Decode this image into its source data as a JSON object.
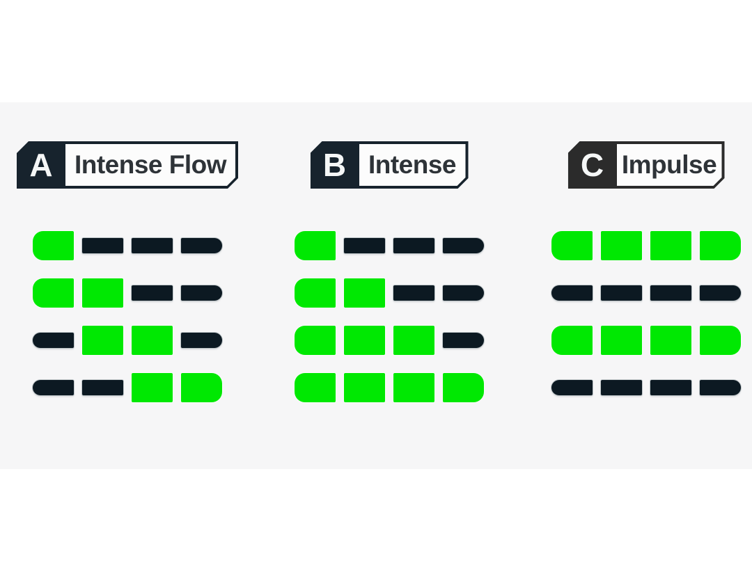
{
  "page": {
    "background_color": "#ffffff",
    "band_color": "#f6f6f7"
  },
  "colors": {
    "active_green": "#00e802",
    "inactive_dark": "#0c1922",
    "label_background": "#fcfcfc",
    "label_title_text": "#2e3338",
    "label_letter_text": "#f5f7f7"
  },
  "legend": {
    "active_means": "green-square",
    "inactive_means": "dark-dash"
  },
  "panels": [
    {
      "letter": "A",
      "title": "Intense Flow",
      "badge_color": "#17232d",
      "grid": [
        [
          1,
          0,
          0,
          0
        ],
        [
          1,
          1,
          0,
          0
        ],
        [
          0,
          1,
          1,
          0
        ],
        [
          0,
          0,
          1,
          1
        ]
      ]
    },
    {
      "letter": "B",
      "title": "Intense",
      "badge_color": "#17232d",
      "grid": [
        [
          1,
          0,
          0,
          0
        ],
        [
          1,
          1,
          0,
          0
        ],
        [
          1,
          1,
          1,
          0
        ],
        [
          1,
          1,
          1,
          1
        ]
      ]
    },
    {
      "letter": "C",
      "title": "Impulse",
      "badge_color": "#2b2b2b",
      "grid": [
        [
          1,
          1,
          1,
          1
        ],
        [
          0,
          0,
          0,
          0
        ],
        [
          1,
          1,
          1,
          1
        ],
        [
          0,
          0,
          0,
          0
        ]
      ]
    }
  ]
}
